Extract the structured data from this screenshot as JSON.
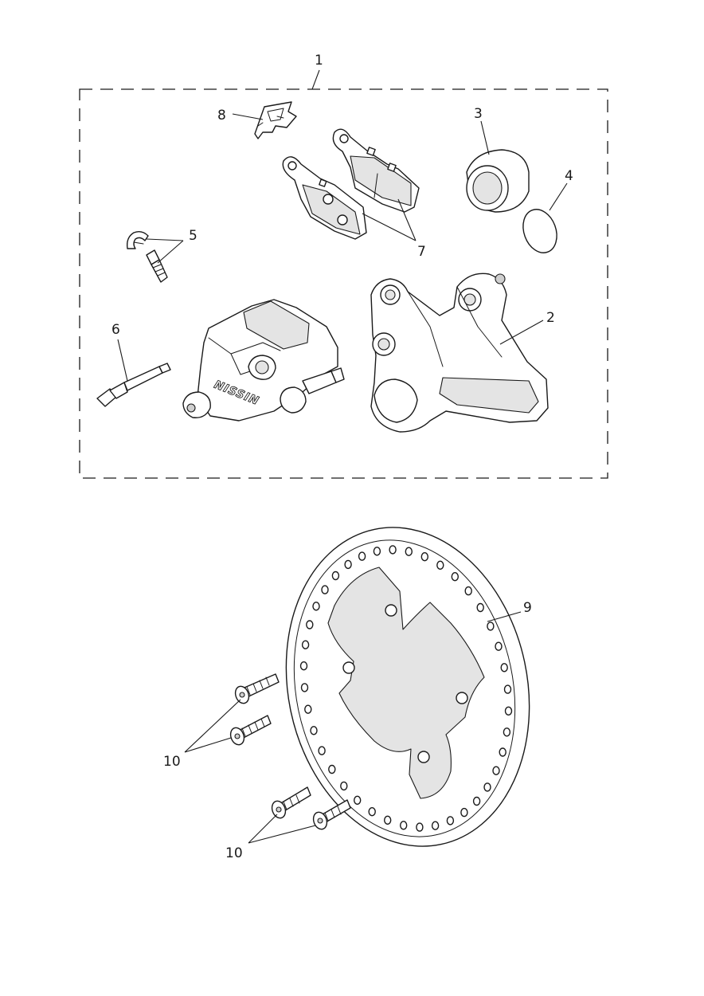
{
  "diagram": {
    "callouts": {
      "c1": "1",
      "c2": "2",
      "c3": "3",
      "c4": "4",
      "c5": "5",
      "c6": "6",
      "c7": "7",
      "c8": "8",
      "c9": "9",
      "c10a": "10",
      "c10b": "10"
    },
    "caliper_brand_text": "NISSIN"
  }
}
